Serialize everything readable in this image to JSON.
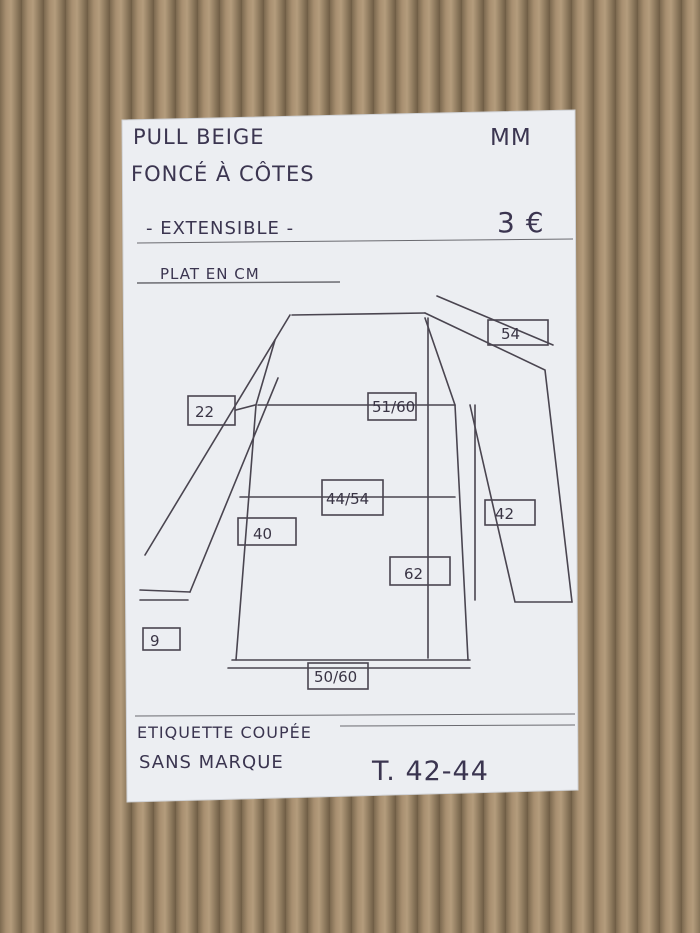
{
  "note": {
    "title_line1": "PULL BEIGE",
    "title_line2": "FONCÉ À CÔTES",
    "size_code": "MM",
    "feature": "- EXTENSIBLE -",
    "price": "3 €",
    "measure_unit": "PLAT EN CM",
    "label_info_line1": "ETIQUETTE COUPÉE",
    "label_info_line2": "SANS MARQUE",
    "size": "T. 42-44"
  },
  "measurements": {
    "sleeve_length": "54",
    "armhole": "22",
    "chest": "51/60",
    "waist": "44/54",
    "side_length": "40",
    "total_length": "62",
    "inner_sleeve": "42",
    "hem": "50/60",
    "cuff": "9"
  },
  "colors": {
    "ink_purple": "#3b3550",
    "paper": "#eceef2",
    "fabric": "#9c8668"
  }
}
